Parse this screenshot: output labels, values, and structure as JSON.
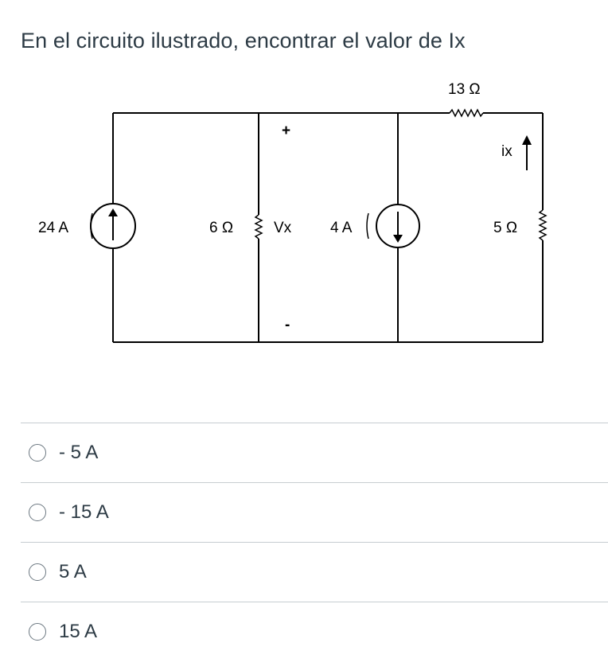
{
  "question": {
    "title": "En el circuito ilustrado, encontrar el valor de Ix"
  },
  "circuit": {
    "labels": {
      "source_left": "24 A",
      "r_middle": "6 Ω",
      "vx": "Vx",
      "vx_plus": "+",
      "vx_minus": "-",
      "source_right": "4 A",
      "r_top": "13 Ω",
      "r_right": "5 Ω",
      "ix": "ix"
    }
  },
  "answers": [
    {
      "label": "- 5 A"
    },
    {
      "label": "- 15 A"
    },
    {
      "label": "5 A"
    },
    {
      "label": "15 A"
    }
  ]
}
